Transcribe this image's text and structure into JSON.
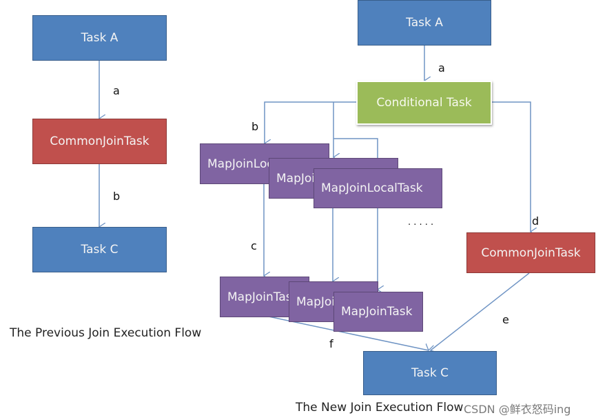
{
  "left_flow": {
    "caption": "The Previous Join Execution Flow",
    "nodes": {
      "task_a": "Task A",
      "common_join": "CommonJoinTask",
      "task_c": "Task C"
    },
    "edges": [
      {
        "label": "a",
        "from": "Task A",
        "to": "CommonJoinTask"
      },
      {
        "label": "b",
        "from": "CommonJoinTask",
        "to": "Task C"
      }
    ]
  },
  "right_flow": {
    "caption": "The New Join Execution Flow",
    "nodes": {
      "task_a": "Task A",
      "conditional": "Conditional Task",
      "local_1": "MapJoinLocalTask",
      "local_2": "MapJoinLocalTask",
      "local_3": "MapJoinLocalTask",
      "mapjoin_1": "MapJoinTask",
      "mapjoin_2": "MapJoinTask",
      "mapjoin_3": "MapJoinTask",
      "common_join": "CommonJoinTask",
      "task_c": "Task C"
    },
    "ellipsis": "· · · · ·",
    "edges": [
      {
        "label": "a",
        "from": "Task A",
        "to": "Conditional Task"
      },
      {
        "label": "b",
        "from": "Conditional Task",
        "to": "MapJoinLocalTask"
      },
      {
        "label": "c",
        "from": "MapJoinLocalTask",
        "to": "MapJoinTask"
      },
      {
        "label": "d",
        "from": "Conditional Task",
        "to": "CommonJoinTask"
      },
      {
        "label": "e",
        "from": "CommonJoinTask",
        "to": "Task C"
      },
      {
        "label": "f",
        "from": "MapJoinTask",
        "to": "Task C"
      }
    ]
  },
  "colors": {
    "task": "#4f81bd",
    "common_join": "#c0504d",
    "conditional": "#9bbb59",
    "mapjoin": "#8064a2",
    "arrow": "#6f94c4"
  },
  "watermark": "CSDN @鲜衣怒码ing"
}
